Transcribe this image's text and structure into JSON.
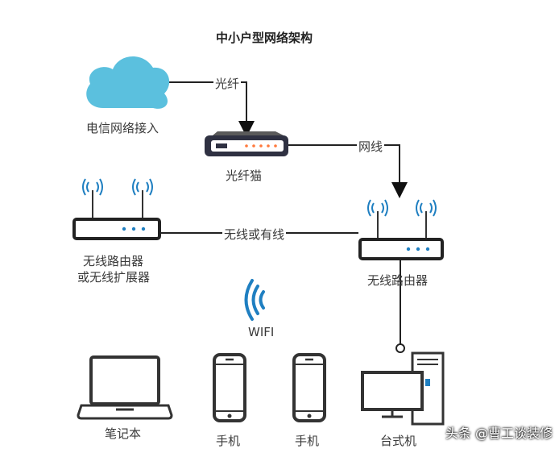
{
  "title": "中小户型网络架构",
  "nodes": {
    "cloud": "电信网络接入",
    "modem": "光纤猫",
    "router": "无线路由器",
    "extender_line1": "无线路由器",
    "extender_line2": "或无线扩展器",
    "wifi": "WIFI",
    "laptop": "笔记本",
    "phone1": "手机",
    "phone2": "手机",
    "desktop": "台式机"
  },
  "edges": {
    "fiber": "光纤",
    "cable": "网线",
    "wireless_or_wired": "无线或有线"
  },
  "watermark": "头条 @曹工谈装修",
  "colors": {
    "cloud": "#5bc0de",
    "wifi": "#1f7fc1",
    "device_outline": "#333333",
    "led_orange": "#ff7a3d"
  }
}
